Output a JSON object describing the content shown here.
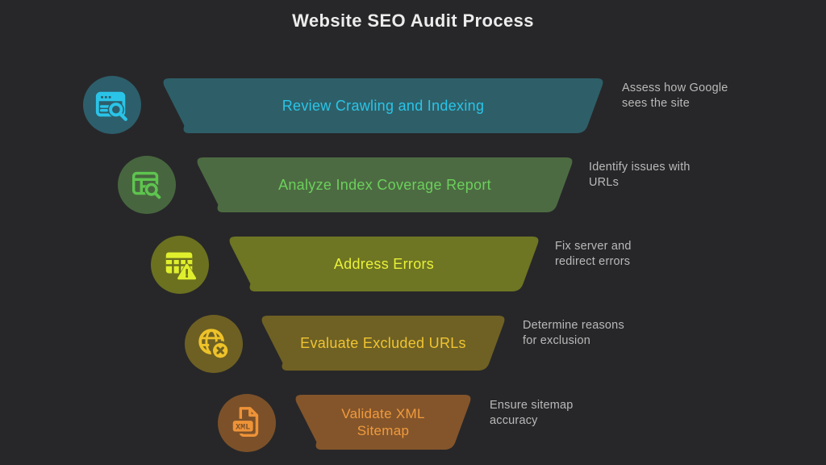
{
  "title": "Website SEO Audit Process",
  "colors": {
    "background": "#272729",
    "title_text": "#ececec",
    "note_text": "#b9b9ba"
  },
  "steps": [
    {
      "label": "Review Crawling and Indexing",
      "note": "Assess how Google sees the site",
      "icon": "browser-search-icon",
      "shape_color": "#2e5f68",
      "label_color": "#2ac4e8",
      "icon_color": "#2ac4e8",
      "circle_color": "#2d5e6b"
    },
    {
      "label": "Analyze Index Coverage Report",
      "note": "Identify issues with URLs",
      "icon": "table-search-icon",
      "shape_color": "#4d6b42",
      "label_color": "#6bd05c",
      "icon_color": "#5ec44f",
      "circle_color": "#47663f"
    },
    {
      "label": "Address Errors",
      "note": "Fix server and redirect errors",
      "icon": "table-warning-icon",
      "shape_color": "#6e7523",
      "label_color": "#e9f138",
      "icon_color": "#e0ef2d",
      "circle_color": "#6b711f"
    },
    {
      "label": "Evaluate Excluded URLs",
      "note": "Determine reasons for exclusion",
      "icon": "globe-excluded-icon",
      "shape_color": "#6f6124",
      "label_color": "#f0c431",
      "icon_color": "#eec229",
      "circle_color": "#6e6023"
    },
    {
      "label": "Validate XML Sitemap",
      "note": "Ensure sitemap accuracy",
      "icon": "xml-file-icon",
      "icon_text": "XML",
      "shape_color": "#84552b",
      "label_color": "#f09b3d",
      "icon_color": "#ee9338",
      "circle_color": "#7c5129"
    }
  ]
}
